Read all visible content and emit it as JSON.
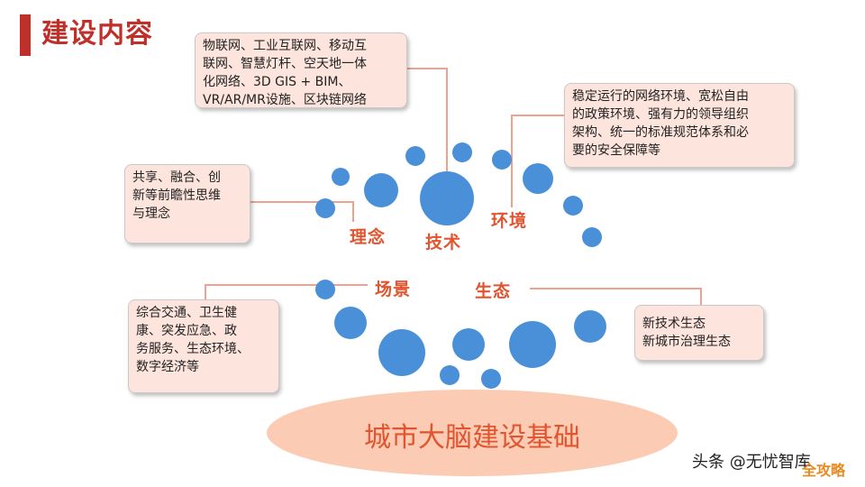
{
  "title": "建设内容",
  "notes": {
    "tech": "物联网、工业互联网、移动互\n联网、智慧灯杆、空天地一体\n化网络、3D GIS + BIM、\nVR/AR/MR设施、区块链网络",
    "env": "稳定运行的网络环境、宽松自由\n的政策环境、强有力的领导组织\n架构、统一的标准规范体系和必\n要的安全保障等",
    "idea": "共享、融合、创\n新等前瞻性思维\n与理念",
    "scene": "综合交通、卫生健\n康、突发应急、政\n务服务、生态环境、\n数字经济等",
    "eco": "新技术生态\n新城市治理生态"
  },
  "labels": {
    "idea": "理念",
    "tech": "技术",
    "env": "环境",
    "scene": "场景",
    "eco": "生态"
  },
  "base": "城市大脑建设基础",
  "watermark": "头条 @无忧智库",
  "watermark_badge": "全攻略",
  "colors": {
    "accent": "#c0302a",
    "label": "#e0552f",
    "bubble": "#4a90d9",
    "note_bg": "#fde4dc",
    "base_bg": "#fbcbb3"
  }
}
